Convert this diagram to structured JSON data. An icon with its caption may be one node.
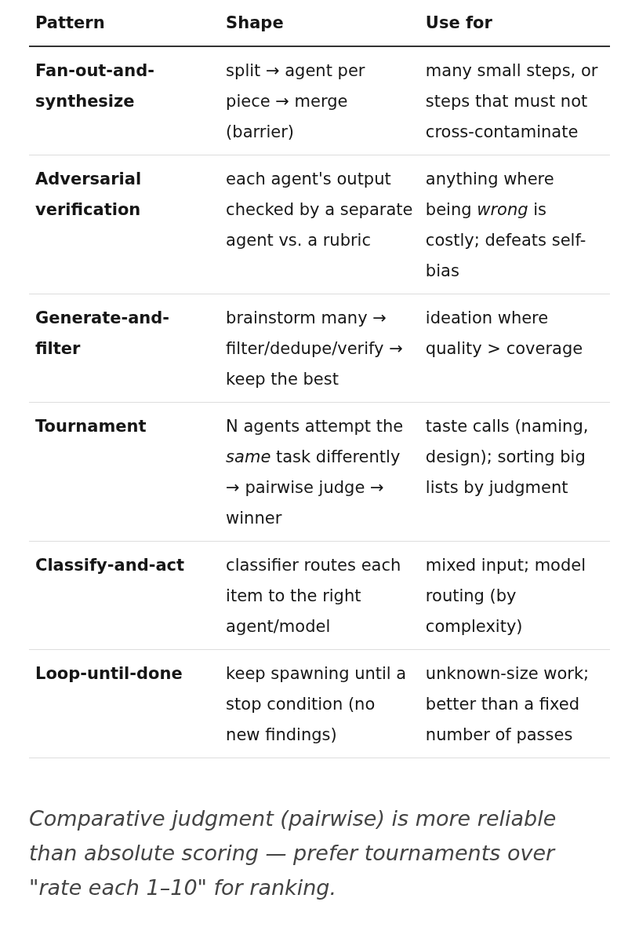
{
  "diagram": {
    "caption": "Comparative judgment (pairwise) is more reliable than absolute scoring — prefer tournaments over \"rate each 1–10\" for ranking.",
    "labels": [
      "Pattern",
      "Shape",
      "Use for",
      "Fan-out-and-synthesize",
      "split → agent per piece → merge (barrier)",
      "many small steps, or steps that must not cross-contaminate",
      "Adversarial verification",
      "each agent's output checked by a separate agent vs. a rubric",
      "anything where being *wrong* is costly; defeats self-bias",
      "Generate-and-filter",
      "brainstorm many → filter/dedupe/verify → keep the best",
      "ideation where quality > coverage",
      "Tournament",
      "N agents attempt the *same* task differently → pairwise judge → winner",
      "taste calls (naming, design); sorting big lists by judgment",
      "Classify-and-act",
      "classifier routes each item to the right agent/model",
      "mixed input; model routing (by complexity)",
      "Loop-until-done",
      "keep spawning until a stop condition (no new findings)",
      "unknown-size work; better than a fixed number of passes"
    ]
  }
}
